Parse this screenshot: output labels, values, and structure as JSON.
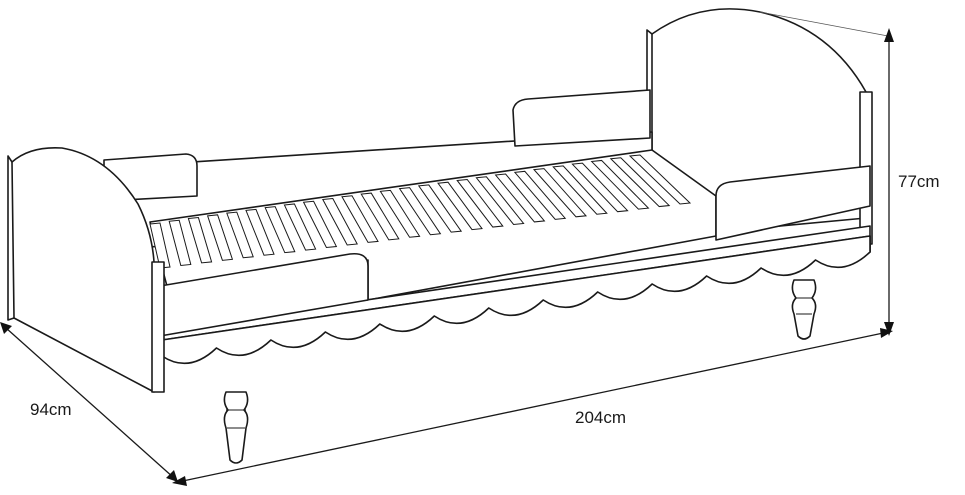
{
  "dimensions": {
    "height_label": "77cm",
    "depth_label": "94cm",
    "length_label": "204cm"
  }
}
